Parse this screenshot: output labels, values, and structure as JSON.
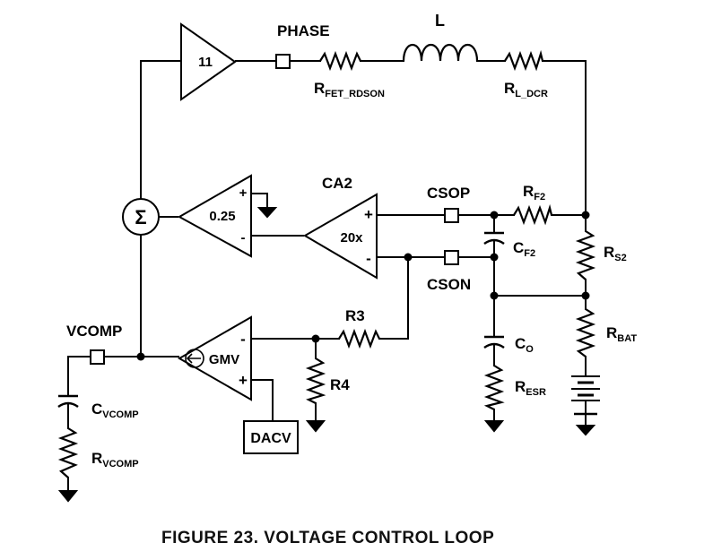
{
  "amps": {
    "power_stage_gain": "11",
    "feedback_gain": "0.25",
    "ca2_gain": "20x",
    "gmv_label": "GMV"
  },
  "sum_symbol": "Σ",
  "labels": {
    "phase": "PHASE",
    "inductor": "L",
    "rfet": {
      "main": "R",
      "sub": "FET_RDSON"
    },
    "rl": {
      "main": "R",
      "sub": "L_DCR"
    },
    "ca2": "CA2",
    "csop": "CSOP",
    "cson": "CSON",
    "rf2": {
      "main": "R",
      "sub": "F2"
    },
    "cf2": {
      "main": "C",
      "sub": "F2"
    },
    "rs2": {
      "main": "R",
      "sub": "S2"
    },
    "rbat": {
      "main": "R",
      "sub": "BAT"
    },
    "co": {
      "main": "C",
      "sub": "O"
    },
    "resr": {
      "main": "R",
      "sub": "ESR"
    },
    "r3": "R3",
    "r4": "R4",
    "vcomp": "VCOMP",
    "cvcomp": {
      "main": "C",
      "sub": "VCOMP"
    },
    "rvcomp": {
      "main": "R",
      "sub": "VCOMP"
    },
    "dacv": "DACV",
    "plus": "+",
    "minus": "-"
  },
  "caption": "FIGURE 23.  VOLTAGE CONTROL LOOP"
}
